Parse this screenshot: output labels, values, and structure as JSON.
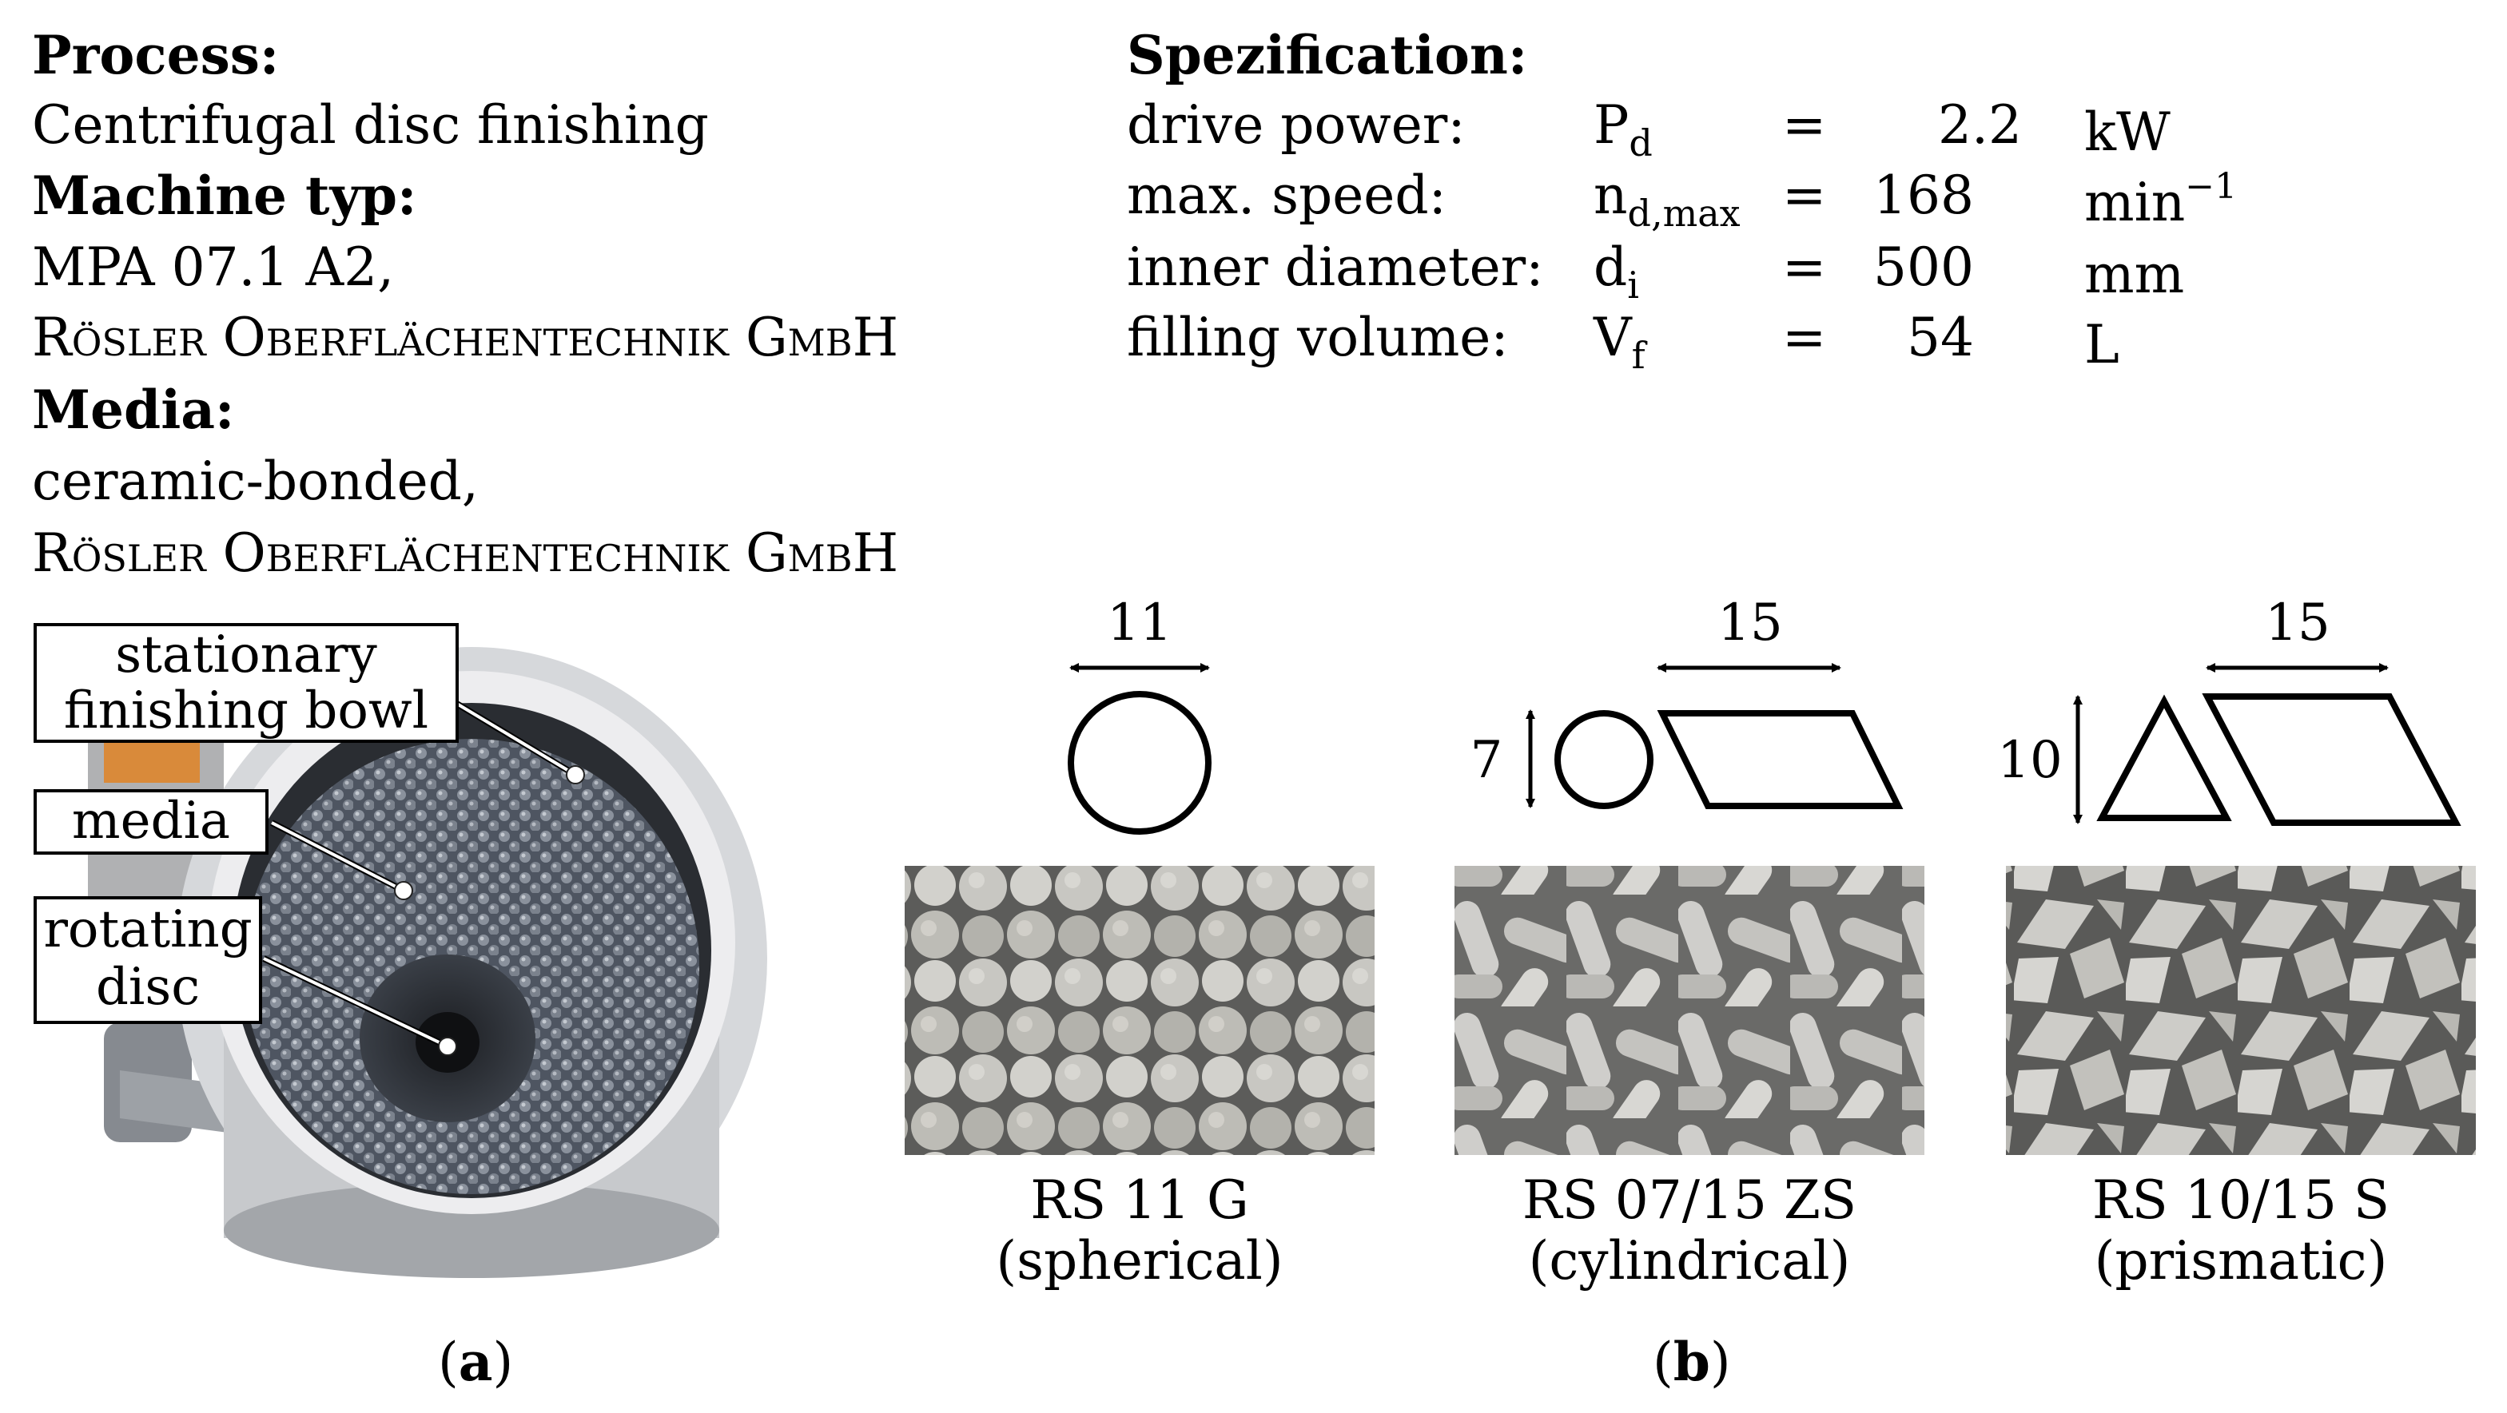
{
  "left_info": {
    "process_heading": "Process:",
    "process_value": "Centrifugal disc finishing",
    "machine_heading": "Machine typ:",
    "machine_value": "MPA 07.1 A2,",
    "machine_maker": "Rösler Oberflächentechnik GmbH",
    "media_heading": "Media:",
    "media_value": "ceramic-bonded,",
    "media_maker": "Rösler Oberflächentechnik GmbH"
  },
  "spec": {
    "heading": "Spezification:",
    "rows": [
      {
        "label": "drive power:",
        "symbol": "P",
        "symbol_sub": "d",
        "eq": "=",
        "value": "2.2",
        "unit": "kW",
        "unit_sup": ""
      },
      {
        "label": "max. speed:",
        "symbol": "n",
        "symbol_sub": "d,max",
        "eq": "=",
        "value": "168",
        "unit": "min",
        "unit_sup": "−1"
      },
      {
        "label": "inner diameter:",
        "symbol": "d",
        "symbol_sub": "i",
        "eq": "=",
        "value": "500",
        "unit": "mm",
        "unit_sup": ""
      },
      {
        "label": "filling volume:",
        "symbol": "V",
        "symbol_sub": "f",
        "eq": "=",
        "value": "54",
        "unit": "L",
        "unit_sup": ""
      }
    ]
  },
  "machine_photo": {
    "labels": {
      "bowl_line1": "stationary",
      "bowl_line2": "finishing bowl",
      "media": "media",
      "disc_line1": "rotating",
      "disc_line2": "disc"
    },
    "caption_letter": "a"
  },
  "media_types": [
    {
      "name": "RS 11 G",
      "shape": "(spherical)",
      "dim_width": "11",
      "dim_height": ""
    },
    {
      "name": "RS 07/15 ZS",
      "shape": "(cylindrical)",
      "dim_width": "15",
      "dim_height": "7"
    },
    {
      "name": "RS 10/15 S",
      "shape": "(prismatic)",
      "dim_width": "15",
      "dim_height": "10"
    }
  ],
  "panel_b_caption_letter": "b"
}
